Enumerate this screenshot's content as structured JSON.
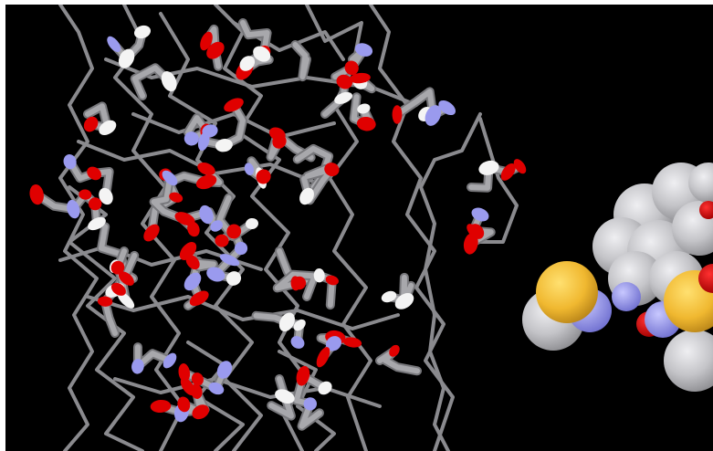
{
  "viewer": {
    "background": "#000000",
    "frame_color": "#ffffff"
  },
  "scene": {
    "atom_colors": {
      "carbon": "#a8a8ac",
      "carbon_shade": "#78787c",
      "oxygen": "#e00000",
      "nitrogen": "#9a9aee",
      "hydrogen": "#f4f4f4",
      "sulfur": "#f0be30",
      "backbone": "#8a8a8e"
    },
    "styles": [
      "backbone-trace",
      "sticks",
      "spacefill"
    ]
  }
}
